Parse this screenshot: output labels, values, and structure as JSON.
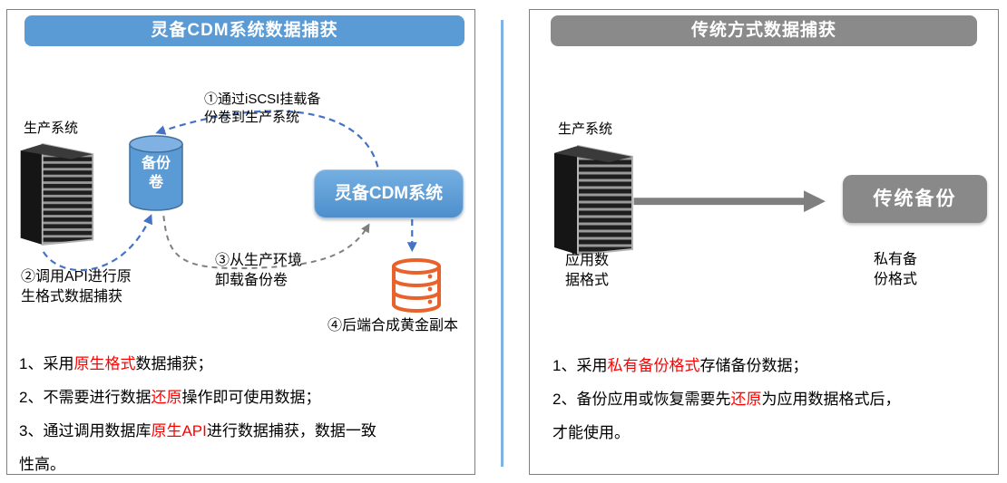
{
  "left_panel": {
    "title": "灵备CDM系统数据捕获",
    "production_label": "生产系统",
    "cylinder": {
      "line1": "备份",
      "line2": "卷"
    },
    "cdm_box_label": "灵备CDM系统",
    "steps": {
      "s1_line1": "①通过iSCSI挂载备",
      "s1_line2": "份卷到生产系统",
      "s2_line1": "②调用API进行原",
      "s2_line2": "生格式数据捕获",
      "s3_line1": "③从生产环境",
      "s3_line2": "卸载备份卷",
      "s4": "④后端合成黄金副本"
    },
    "bullets": {
      "b1": {
        "pre": "1、采用",
        "hl": "原生格式",
        "post": "数据捕获；"
      },
      "b2": {
        "pre": "2、不需要进行数据",
        "hl": "还原",
        "post": "操作即可使用数据；"
      },
      "b3": {
        "pre": "3、通过调用数据库",
        "hl": "原生API",
        "post": "进行数据捕获，数据一致"
      },
      "b3_cont": "性高。"
    }
  },
  "right_panel": {
    "title": "传统方式数据捕获",
    "production_label": "生产系统",
    "backup_box_label": "传统备份",
    "app_format": {
      "line1": "应用数",
      "line2": "据格式"
    },
    "private_format": {
      "line1": "私有备",
      "line2": "份格式"
    },
    "bullets": {
      "b1": {
        "pre": "1、采用",
        "hl": "私有备份格式",
        "post": "存储备份数据；"
      },
      "b2": {
        "pre": "2、备份应用或恢复需要先",
        "hl": "还原",
        "post": "为应用数据格式后，"
      },
      "b2_cont": "才能使用。"
    }
  },
  "colors": {
    "primary_blue": "#5B9BD5",
    "dashed_blue": "#4472C4",
    "header_gray": "#8A8A8A",
    "arrow_gray": "#7F7F7F",
    "orange": "#E8632C",
    "highlight_red": "#FF0000",
    "divider_blue": "#7FB2E5",
    "panel_border": "#808080"
  }
}
